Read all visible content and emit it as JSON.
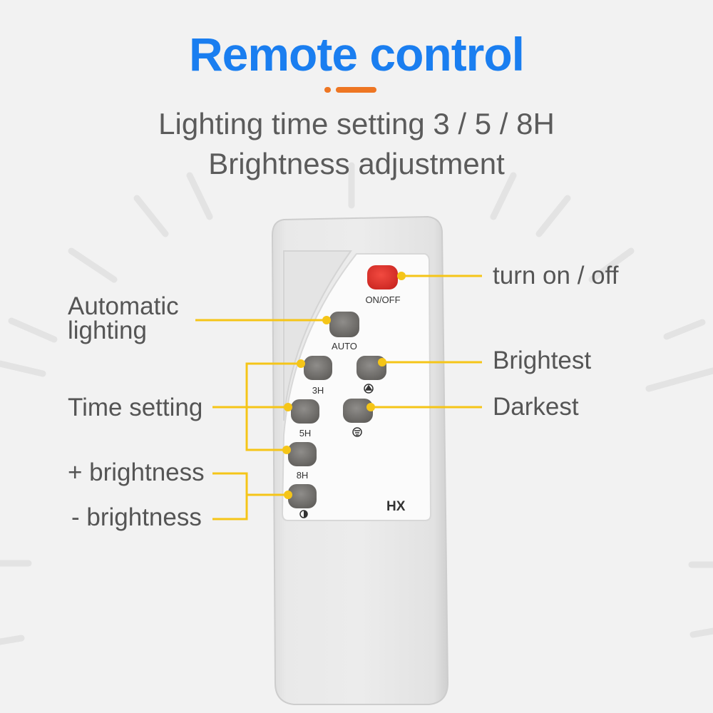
{
  "header": {
    "title": "Remote control",
    "subtitle_line1": "Lighting time setting 3 / 5 / 8H",
    "subtitle_line2": "Brightness adjustment"
  },
  "remote": {
    "brand": "HX",
    "buttons": {
      "on_off": "ON/OFF",
      "auto": "AUTO",
      "h3": "3H",
      "h5": "5H",
      "h8": "8H"
    },
    "icons": {
      "brightest": "brightest-icon",
      "darkest": "darkest-icon",
      "brightness": "brightness-toggle-icon"
    }
  },
  "callouts": {
    "turn_on_off": "turn on / off",
    "automatic_line1": "Automatic",
    "automatic_line2": "lighting",
    "brightest": "Brightest",
    "darkest": "Darkest",
    "time_setting": "Time setting",
    "plus_brightness": "+ brightness",
    "minus_brightness": "- brightness"
  },
  "colors": {
    "title": "#1a7ef0",
    "accent": "#ee7623",
    "leader_line": "#f5c518",
    "power_button": "#e8332c",
    "button": "#7a7875"
  }
}
